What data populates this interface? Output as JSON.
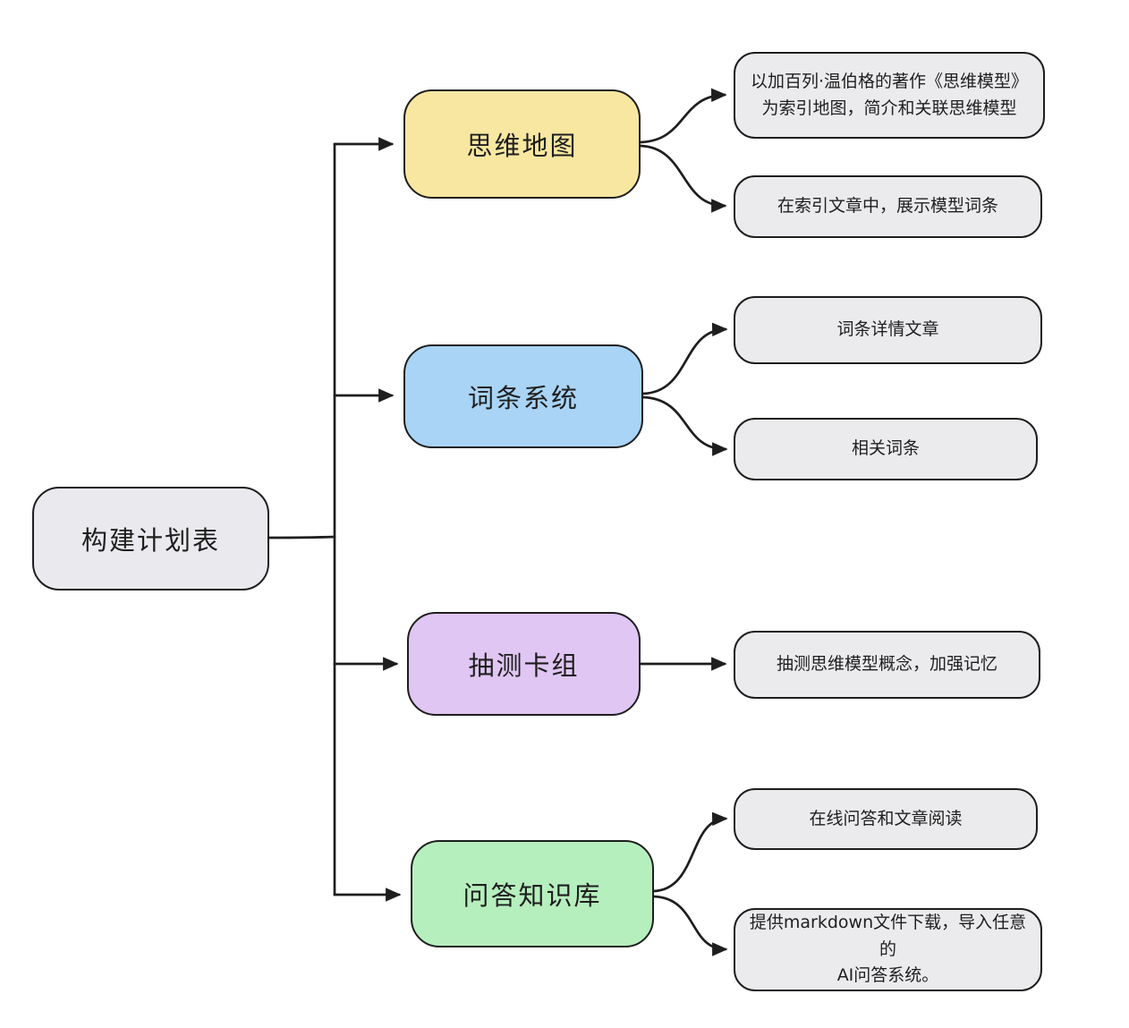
{
  "diagram": {
    "title": "构建计划表思维导图",
    "colors": {
      "stroke": "#1e1e1e",
      "leaf_fill": "#ebebee",
      "root_fill": "#e9e9ee",
      "yellow": "#f8e7a0",
      "blue": "#a9d4f6",
      "purple": "#e0c6f3",
      "green": "#b6efbe"
    },
    "root": {
      "label": "构建计划表",
      "fill": "#e9e9ee"
    },
    "branches": [
      {
        "label": "思维地图",
        "fill": "#f8e7a0"
      },
      {
        "label": "词条系统",
        "fill": "#a9d4f6"
      },
      {
        "label": "抽测卡组",
        "fill": "#e0c6f3"
      },
      {
        "label": "问答知识库",
        "fill": "#b6efbe"
      }
    ],
    "leaves": [
      {
        "text": "以加百列·温伯格的著作《思维模型》\n为索引地图，简介和关联思维模型"
      },
      {
        "text": "在索引文章中，展示模型词条"
      },
      {
        "text": "词条详情文章"
      },
      {
        "text": "相关词条"
      },
      {
        "text": "抽测思维模型概念，加强记忆"
      },
      {
        "text": "在线问答和文章阅读"
      },
      {
        "text": "提供markdown文件下载，导入任意的\nAI问答系统。"
      }
    ]
  }
}
